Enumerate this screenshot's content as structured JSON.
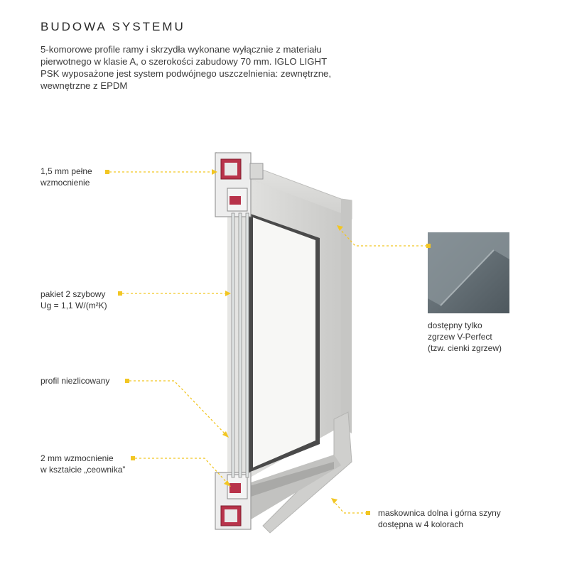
{
  "header": {
    "title": "BUDOWA SYSTEMU",
    "intro_lines": [
      "5-komorowe profile ramy i skrzydła wykonane wyłącznie z materiału",
      "pierwotnego w klasie A, o szerokości zabudowy 70 mm. IGLO LIGHT",
      "PSK wyposażone jest system podwójnego uszczelnienia: zewnętrzne,",
      "wewnętrzne z EPDM"
    ]
  },
  "callouts": {
    "reinforcement_full": [
      "1,5 mm pełne",
      "wzmocnienie"
    ],
    "glazing": [
      "pakiet 2 szybowy",
      "Ug = 1,1 W/(m²K)"
    ],
    "profile": [
      "profil niezlicowany"
    ],
    "reinforcement_channel": [
      "2 mm wzmocnienie",
      "w kształcie „ceownika”"
    ],
    "weld": [
      "dostępny tylko",
      "zgrzew V-Perfect",
      "(tzw. cienki zgrzew)"
    ],
    "rail_cover": [
      "maskownica dolna i górna szyny",
      "dostępna w 4 kolorach"
    ]
  },
  "colors": {
    "accent": "#f2c623",
    "frame": "#d8d8d6",
    "reinforcement": "#b8334a",
    "weld_sample": "#5f6a70"
  }
}
